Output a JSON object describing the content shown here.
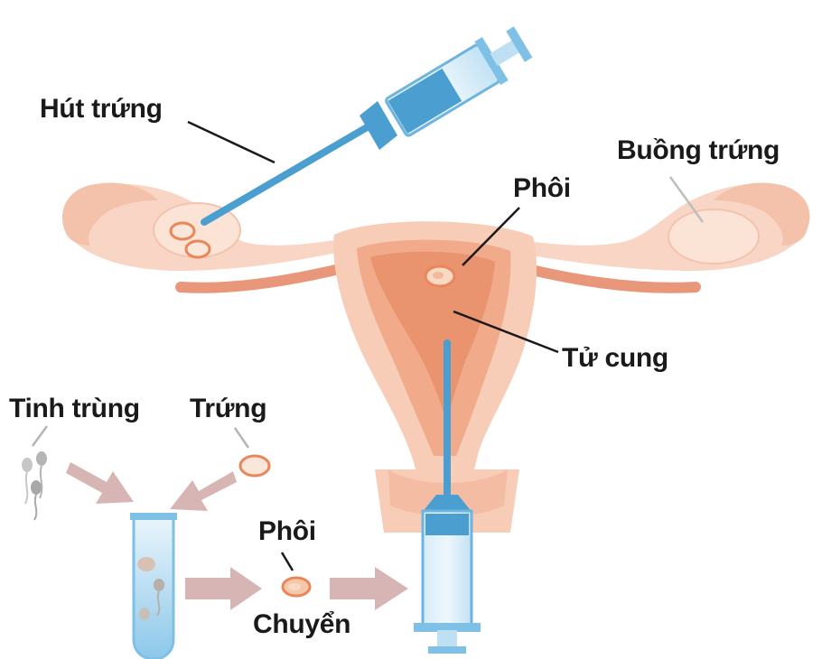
{
  "labels": {
    "egg_retrieval": "Hút trứng",
    "ovary": "Buồng trứng",
    "embryo_uterus": "Phôi",
    "uterus": "Tử cung",
    "sperm": "Tinh trùng",
    "egg": "Trứng",
    "embryo_lab": "Phôi",
    "transfer": "Chuyển"
  },
  "colors": {
    "uterus_light": "#f7cdb8",
    "uterus_mid": "#f1ab8b",
    "uterus_dark": "#e58b68",
    "syringe_blue": "#4a9fd0",
    "syringe_light": "#cfe8f6",
    "arrow": "#d8b5b5",
    "egg": "#e9875a"
  }
}
